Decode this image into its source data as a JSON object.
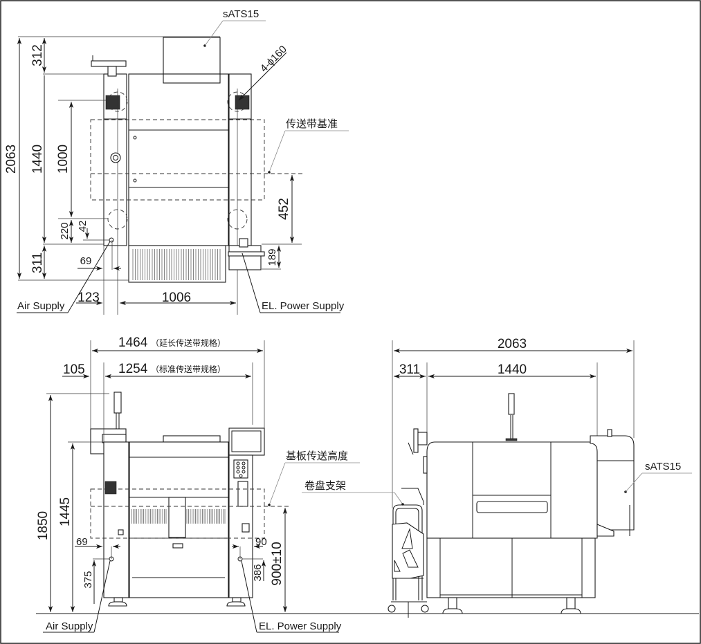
{
  "drawing": {
    "title": "Machine outline dimension drawing",
    "units": "mm",
    "border_color": "#1a1a1a",
    "line_color": "#1a1a1a"
  },
  "top_view": {
    "callouts": {
      "feeder": "sATS15",
      "holes": "4-ϕ160",
      "conveyor_ref": "传送带基准",
      "air": "Air Supply",
      "power": "EL. Power Supply"
    },
    "dims": {
      "overall_depth": "2063",
      "feeder_depth": "312",
      "body_depth": "1440",
      "hole_pitch": "1000",
      "hole_to_edge": "220",
      "air_y": "42",
      "rear_depth": "311",
      "air_x": "69",
      "conveyor_ref_to_edge": "452",
      "power_y": "189",
      "left_offset": "123",
      "width": "1006"
    }
  },
  "front_view": {
    "callouts": {
      "board_height": "基板传送高度",
      "air": "Air Supply",
      "power": "EL. Power Supply"
    },
    "dims": {
      "extended_width": "1464",
      "extended_note": "（延长传送带规格）",
      "standard_width": "1254",
      "standard_note": "（标准传送带规格）",
      "left_offset": "105",
      "overall_height": "1850",
      "body_height": "1445",
      "air_x": "69",
      "air_height": "375",
      "power_x": "90",
      "power_height": "386",
      "conveyor_height": "900±10"
    }
  },
  "side_view": {
    "callouts": {
      "reel_holder": "卷盘支架",
      "feeder": "sATS15"
    },
    "dims": {
      "overall_length": "2063",
      "rear_length": "311",
      "body_length": "1440"
    }
  }
}
